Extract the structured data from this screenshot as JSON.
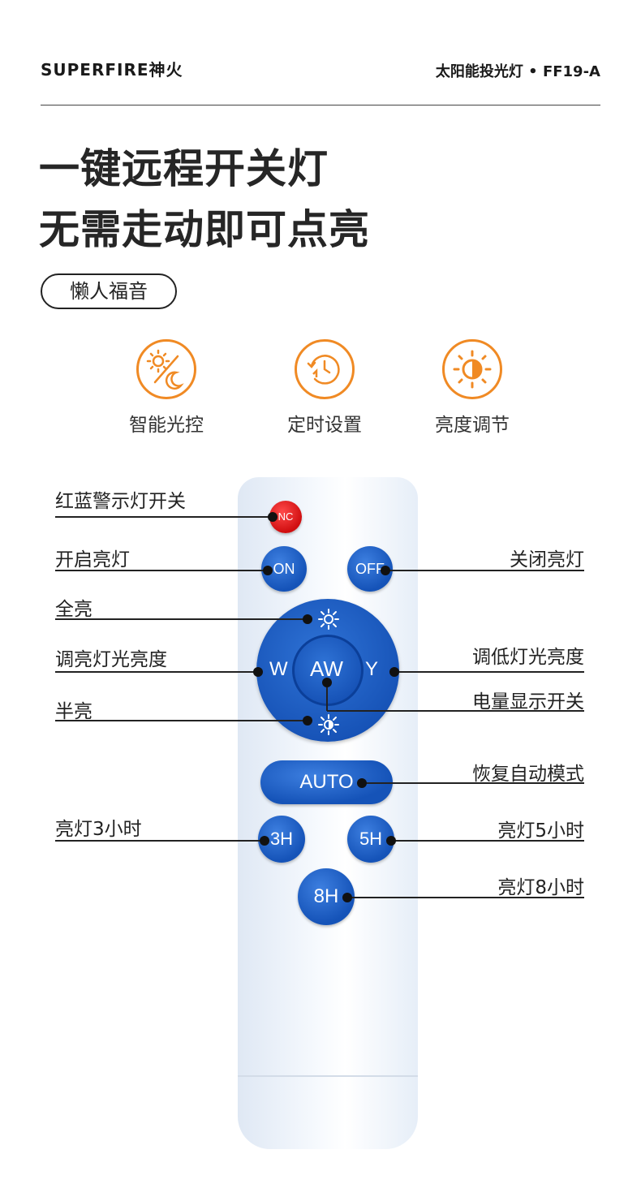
{
  "header": {
    "brand": "SUPERFIRE神火",
    "model": "太阳能投光灯 • FF19-A"
  },
  "headline": {
    "line1": "一键远程开关灯",
    "line2": "无需走动即可点亮"
  },
  "tag": "懒人福音",
  "features": [
    {
      "label": "智能光控",
      "icon": "sun-moon-icon"
    },
    {
      "label": "定时设置",
      "icon": "timer-icon"
    },
    {
      "label": "亮度调节",
      "icon": "brightness-icon"
    }
  ],
  "remote": {
    "buttons": {
      "nc": "NC",
      "on": "ON",
      "off": "OFF",
      "w": "W",
      "aw": "AW",
      "y": "Y",
      "auto": "AUTO",
      "h3": "3H",
      "h5": "5H",
      "h8": "8H"
    }
  },
  "callouts": {
    "nc": "红蓝警示灯开关",
    "on": "开启亮灯",
    "off": "关闭亮灯",
    "full": "全亮",
    "w": "调亮灯光亮度",
    "y": "调低灯光亮度",
    "aw": "电量显示开关",
    "half": "半亮",
    "auto": "恢复自动模式",
    "h3": "亮灯3小时",
    "h5": "亮灯5小时",
    "h8": "亮灯8小时"
  },
  "colors": {
    "accent": "#f08a24",
    "button_blue": "#1553b8",
    "nc_red": "#d00e10"
  }
}
